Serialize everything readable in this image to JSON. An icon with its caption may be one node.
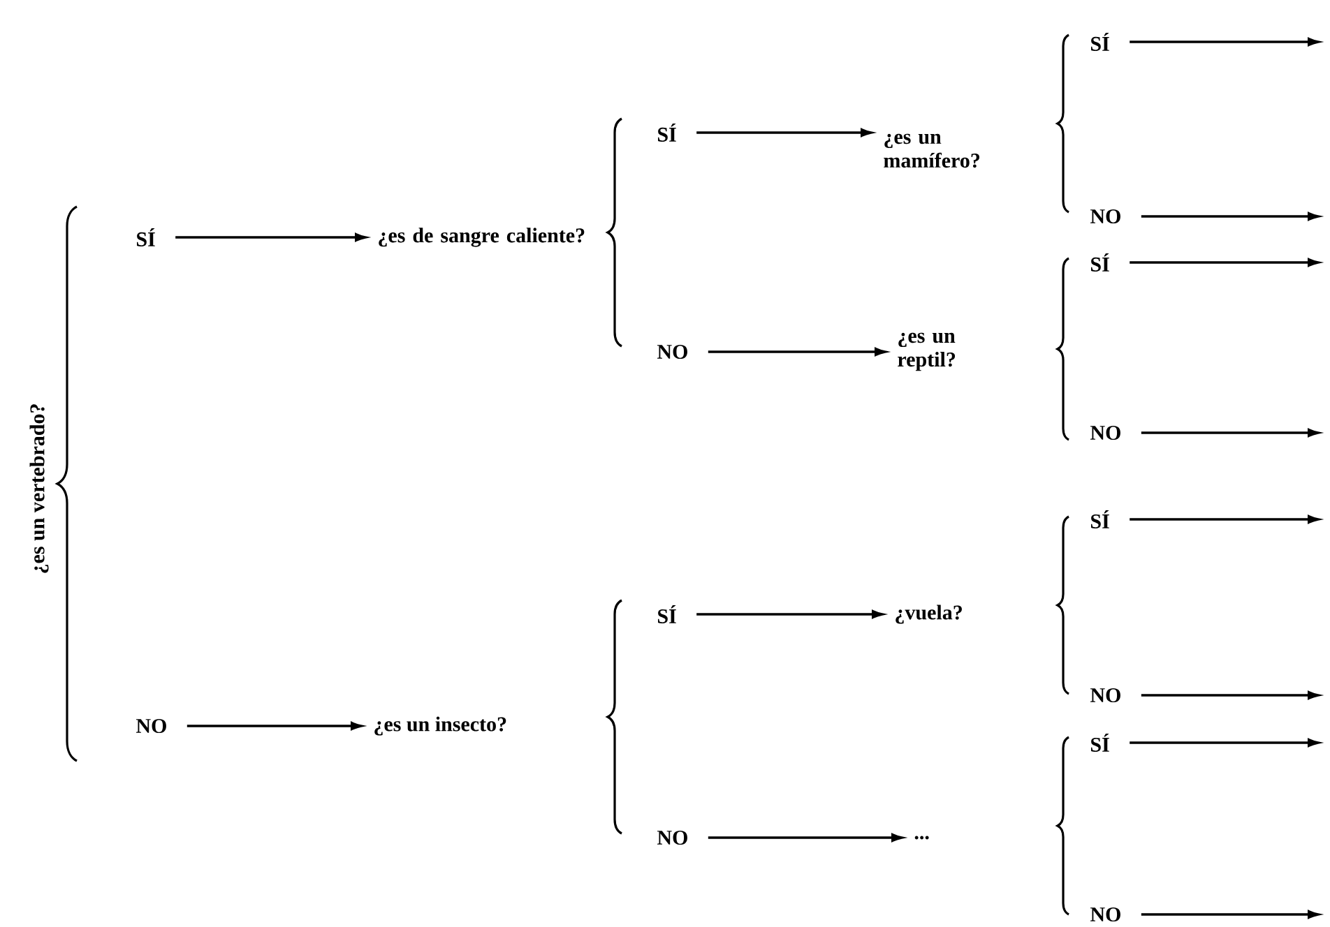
{
  "diagram": {
    "nodes": [
      {
        "text": [
          "¿es un vertebrado?"
        ]
      },
      {
        "text": [
          "SÍ"
        ]
      },
      {
        "text": [
          "¿es de sangre caliente?"
        ]
      },
      {
        "text": [
          "NO"
        ]
      },
      {
        "text": [
          "¿es un insecto?"
        ]
      },
      {
        "text": [
          "SÍ"
        ]
      },
      {
        "text": [
          "¿es un mamífero?"
        ]
      },
      {
        "text": [
          "NO"
        ]
      },
      {
        "text": [
          "¿es un reptil?"
        ]
      },
      {
        "text": [
          "SÍ"
        ]
      },
      {
        "text": [
          "¿vuela?"
        ]
      },
      {
        "text": [
          "NO"
        ]
      },
      {
        "text": [
          "..."
        ]
      },
      {
        "text": [
          "SÍ"
        ]
      },
      {
        "text": [
          "NO"
        ]
      },
      {
        "text": [
          "SÍ"
        ]
      },
      {
        "text": [
          "NO"
        ]
      },
      {
        "text": [
          "SÍ"
        ]
      },
      {
        "text": [
          "NO"
        ]
      },
      {
        "text": [
          "SÍ"
        ]
      },
      {
        "text": [
          "NO"
        ]
      }
    ],
    "edges": [
      {
        "from": 1,
        "to": 2,
        "arrow": "to"
      },
      {
        "from": 3,
        "to": 4,
        "arrow": "to"
      },
      {
        "from": 5,
        "to": 6,
        "arrow": "to"
      },
      {
        "from": 7,
        "to": 8,
        "arrow": "to"
      },
      {
        "from": 9,
        "to": 10,
        "arrow": "to"
      },
      {
        "from": 11,
        "to": 12,
        "arrow": "to"
      },
      {
        "from": 13,
        "to": null,
        "arrow": "to"
      },
      {
        "from": 14,
        "to": null,
        "arrow": "to"
      },
      {
        "from": 15,
        "to": null,
        "arrow": "to"
      },
      {
        "from": 16,
        "to": null,
        "arrow": "to"
      },
      {
        "from": 17,
        "to": null,
        "arrow": "to"
      },
      {
        "from": 18,
        "to": null,
        "arrow": "to"
      },
      {
        "from": 19,
        "to": null,
        "arrow": "to"
      },
      {
        "from": 20,
        "to": null,
        "arrow": "to"
      }
    ]
  }
}
